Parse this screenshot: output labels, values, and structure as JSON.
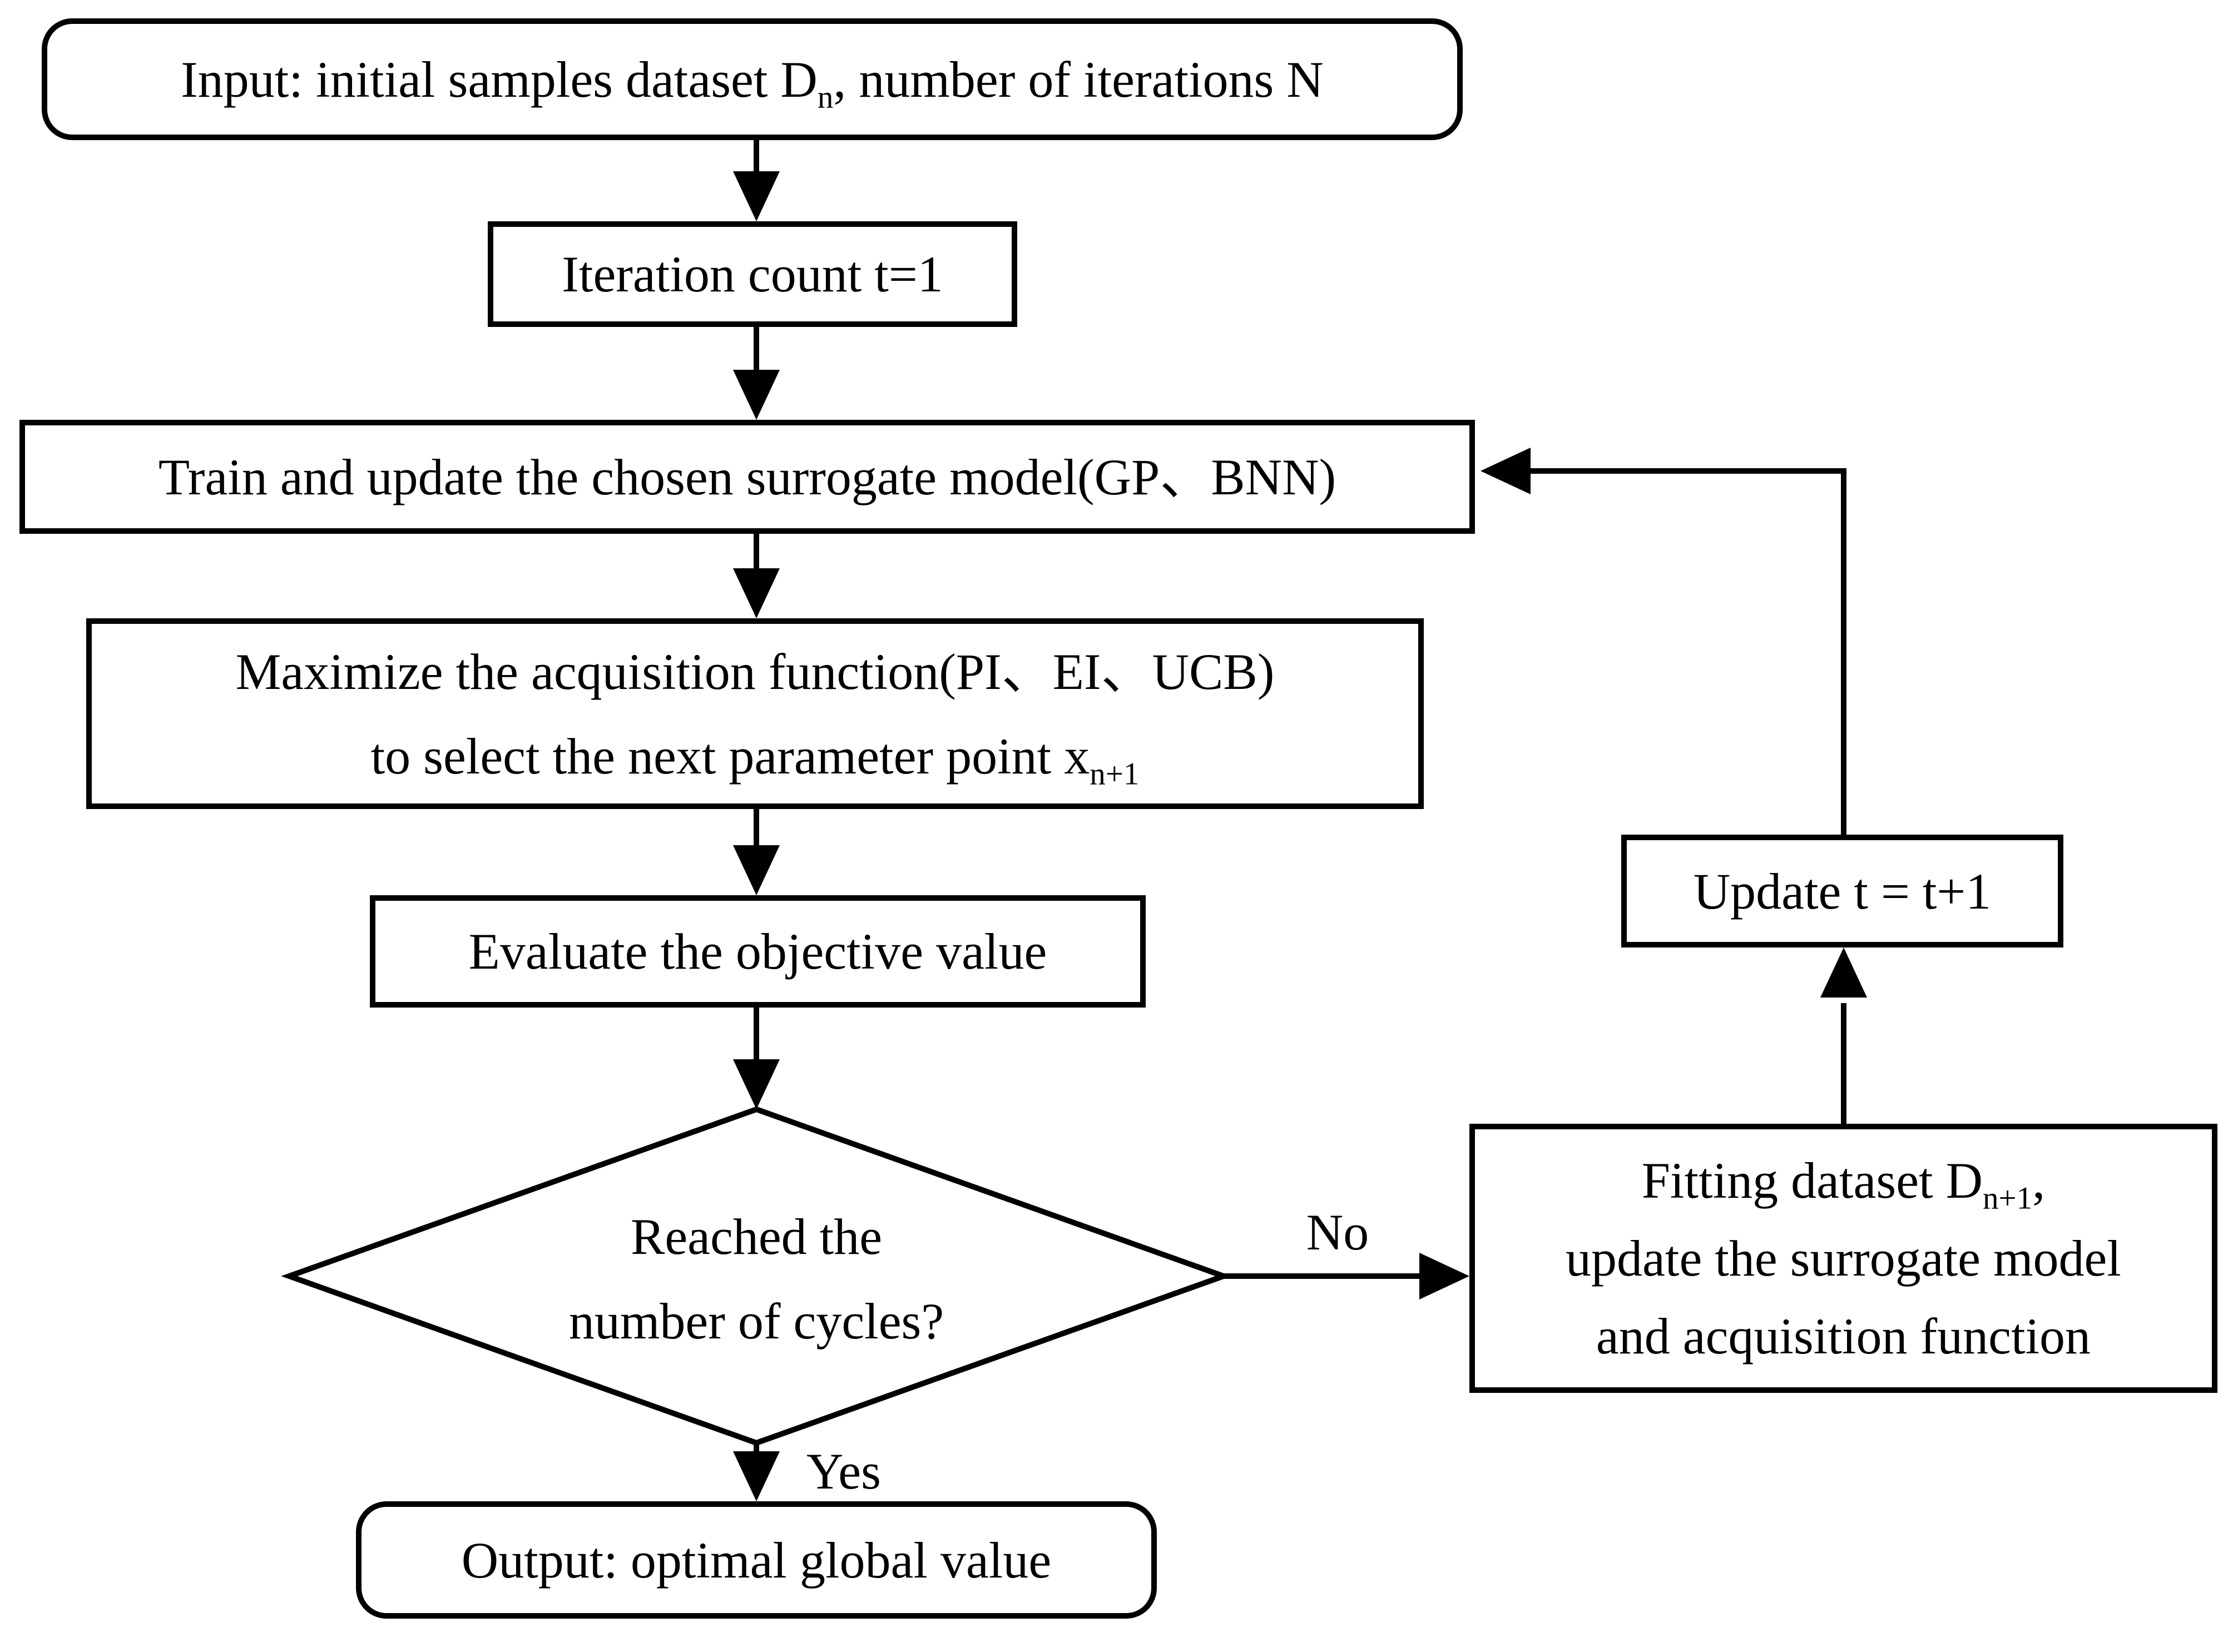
{
  "colors": {
    "background": "#ffffff",
    "stroke": "#000000",
    "text": "#000000"
  },
  "nodes": {
    "input": {
      "rich": [
        {
          "t": "Input: initial samples dataset D"
        },
        {
          "t": "n",
          "sub": true
        },
        {
          "t": ", number of iterations N"
        }
      ]
    },
    "iteration": {
      "text": "Iteration count t=1"
    },
    "train": {
      "text": "Train and update the chosen surrogate model(GP、BNN)"
    },
    "maximize": {
      "line1": "Maximize the acquisition function(PI、EI、UCB)",
      "line2_rich": [
        {
          "t": "to select the next parameter point x"
        },
        {
          "t": "n+1",
          "sub": true
        }
      ]
    },
    "evaluate": {
      "text": "Evaluate the objective value"
    },
    "decision": {
      "line1": "Reached the",
      "line2": "number of cycles?"
    },
    "output": {
      "text": "Output: optimal global value"
    },
    "fitting": {
      "line1_rich": [
        {
          "t": "Fitting dataset D"
        },
        {
          "t": "n+1",
          "sub": true
        },
        {
          "t": ","
        }
      ],
      "line2": "update the surrogate model",
      "line3": "and acquisition function"
    },
    "update": {
      "text": "Update t = t+1"
    }
  },
  "edge_labels": {
    "yes": "Yes",
    "no": "No"
  }
}
